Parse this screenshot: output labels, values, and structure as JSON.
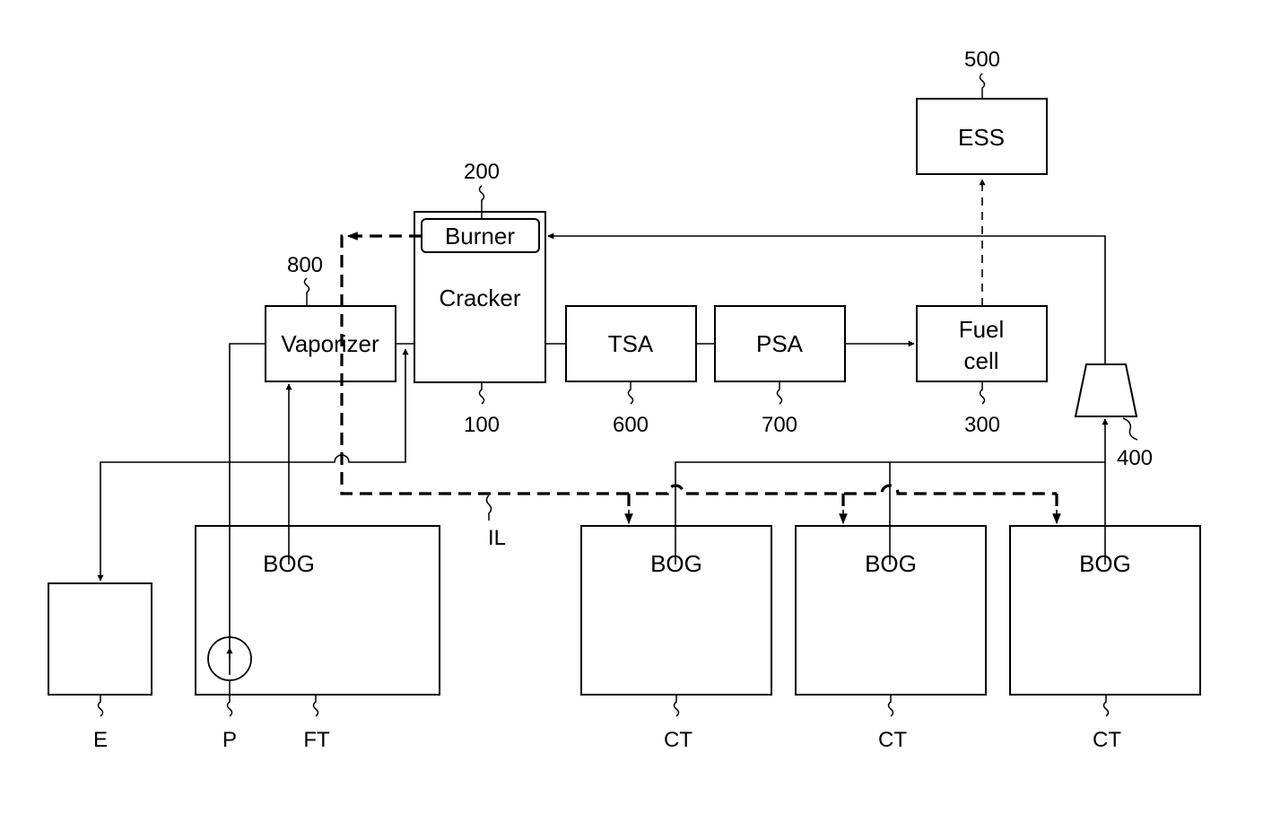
{
  "components": {
    "ess": "ESS",
    "burner": "Burner",
    "cracker": "Cracker",
    "vaporizer": "Vaporizer",
    "tsa": "TSA",
    "psa": "PSA",
    "fuel_cell_line1": "Fuel",
    "fuel_cell_line2": "cell",
    "bog_ft": "BOG",
    "bog_ct1": "BOG",
    "bog_ct2": "BOG",
    "bog_ct3": "BOG"
  },
  "refs": {
    "r500": "500",
    "r200": "200",
    "r800": "800",
    "r100": "100",
    "r600": "600",
    "r700": "700",
    "r300": "300",
    "r400": "400",
    "il": "IL",
    "e": "E",
    "p": "P",
    "ft": "FT",
    "ct1": "CT",
    "ct2": "CT",
    "ct3": "CT"
  }
}
